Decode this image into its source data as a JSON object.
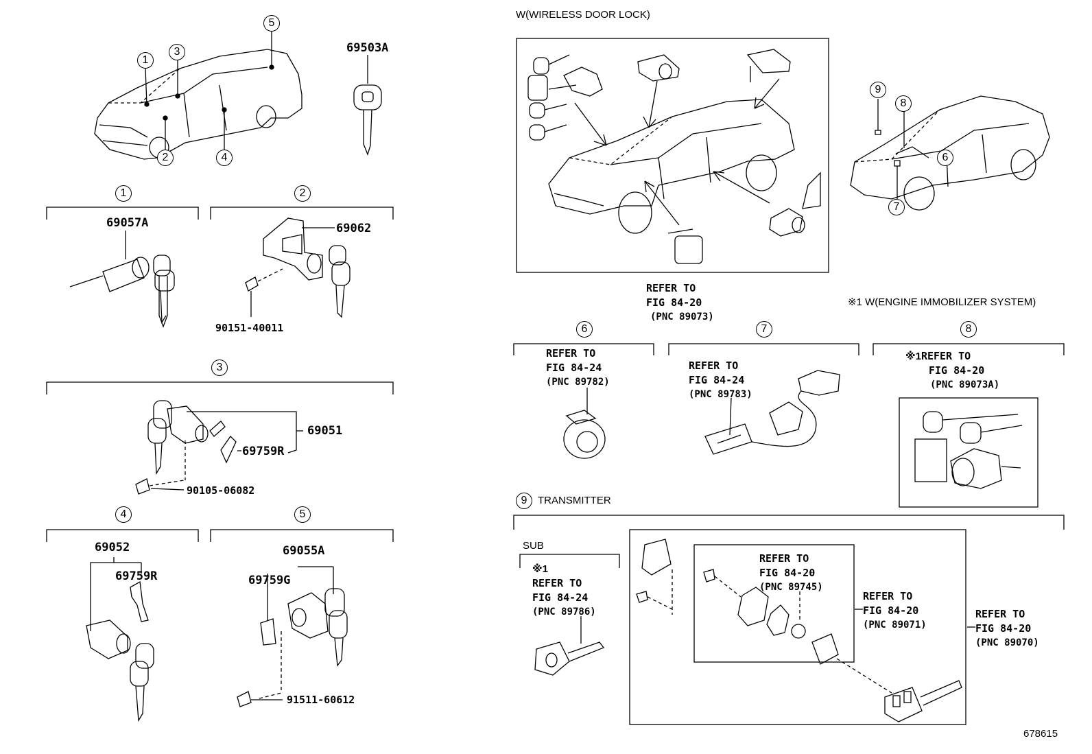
{
  "header": {
    "wireless_title": "W(WIRELESS DOOR LOCK)",
    "immobilizer_title": "※1 W(ENGINE IMMOBILIZER SYSTEM)"
  },
  "callouts": [
    "1",
    "2",
    "3",
    "4",
    "5",
    "6",
    "7",
    "8",
    "9"
  ],
  "parts": {
    "key_blank": "69503A",
    "s1_cylinder": "69057A",
    "s2_lock": "69062",
    "s2_screw": "90151-40011",
    "s3_lock": "69051",
    "s3_spring": "69759R",
    "s3_bolt": "90105-06082",
    "s4_lock": "69052",
    "s4_spring": "69759R",
    "s5_lock": "69055A",
    "s5_spring": "69759G",
    "s5_bolt": "91511-60612"
  },
  "refs": {
    "wireless": {
      "refer": "REFER TO",
      "fig": "FIG 84-20",
      "pnc": "(PNC 89073)"
    },
    "s6": {
      "refer": "REFER TO",
      "fig": "FIG 84-24",
      "pnc": "(PNC 89782)"
    },
    "s7": {
      "refer": "REFER TO",
      "fig": "FIG 84-24",
      "pnc": "(PNC 89783)"
    },
    "s8": {
      "mark": "※1",
      "refer": "REFER TO",
      "fig": "FIG 84-20",
      "pnc": "(PNC 89073A)"
    },
    "sub": {
      "mark": "※1",
      "refer": "REFER TO",
      "fig": "FIG 84-24",
      "pnc": "(PNC 89786)"
    },
    "inner": {
      "refer": "REFER TO",
      "fig": "FIG 84-20",
      "pnc": "(PNC 89745)"
    },
    "mid": {
      "refer": "REFER TO",
      "fig": "FIG 84-20",
      "pnc": "(PNC 89071)"
    },
    "outer": {
      "refer": "REFER TO",
      "fig": "FIG 84-20",
      "pnc": "(PNC 89070)"
    }
  },
  "transmitter": {
    "label": "TRANSMITTER",
    "sub_label": "SUB"
  },
  "footer": {
    "figure_number": "678615"
  }
}
